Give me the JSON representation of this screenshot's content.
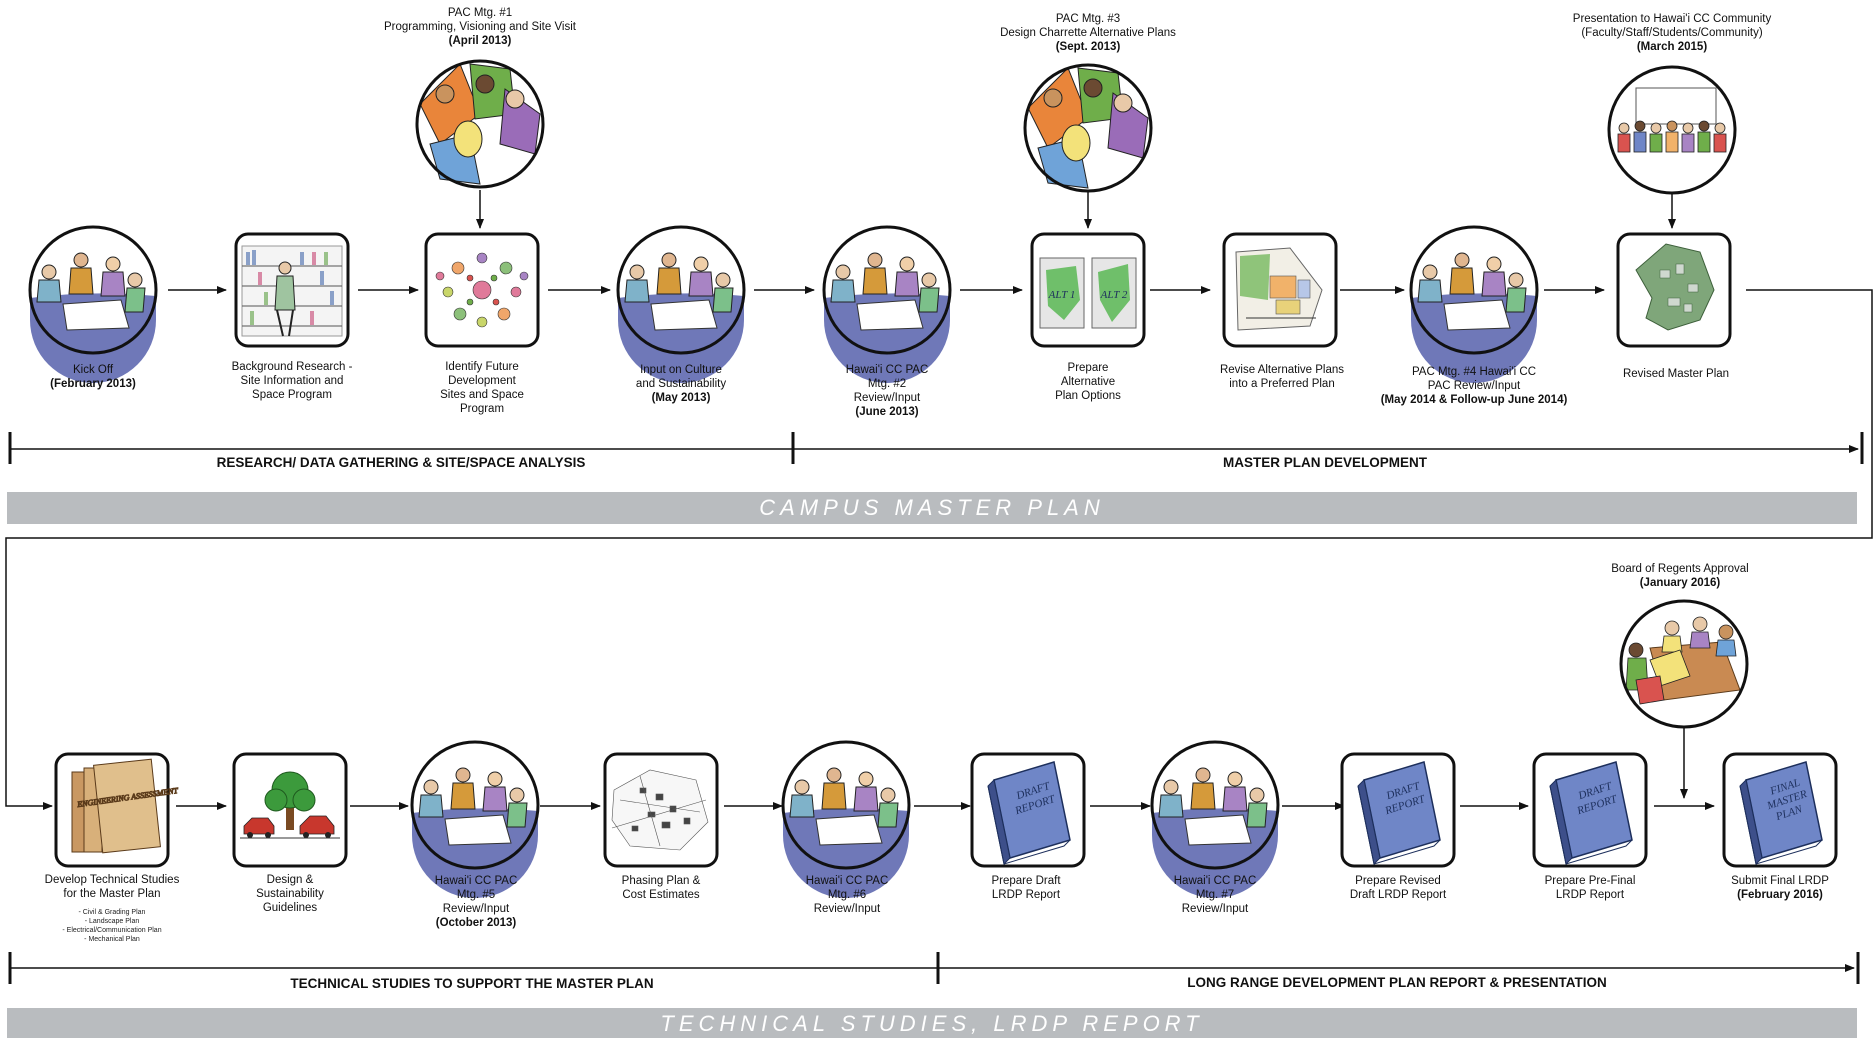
{
  "banners": {
    "top": "CAMPUS MASTER PLAN",
    "bottom": "TECHNICAL STUDIES, LRDP REPORT"
  },
  "phases": {
    "p1": "RESEARCH/ DATA GATHERING & SITE/SPACE ANALYSIS",
    "p2": "MASTER PLAN DEVELOPMENT",
    "p3": "TECHNICAL STUDIES TO SUPPORT THE MASTER PLAN",
    "p4": "LONG RANGE DEVELOPMENT PLAN REPORT & PRESENTATION"
  },
  "upper_events": {
    "pac1": {
      "line1": "PAC Mtg. #1",
      "line2": "Programming, Visioning and Site Visit",
      "date": "(April 2013)"
    },
    "pac3": {
      "line1": "PAC Mtg. #3",
      "line2": "Design Charrette Alternative Plans",
      "date": "(Sept. 2013)"
    },
    "presentation": {
      "line1": "Presentation to Hawai'i CC Community",
      "line2": "(Faculty/Staff/Students/Community)",
      "date": "(March 2015)"
    },
    "regents": {
      "line1": "Board of Regents Approval",
      "date": "(January 2016)"
    }
  },
  "row1_steps": {
    "kickoff": {
      "line1": "Kick Off",
      "date": "(February 2013)"
    },
    "research": {
      "line1": "Background Research -",
      "line2": "Site Information and",
      "line3": "Space Program"
    },
    "identify": {
      "line1": "Identify Future",
      "line2": "Development",
      "line3": "Sites and Space",
      "line4": "Program"
    },
    "culture": {
      "line1": "Input on Culture",
      "line2": "and Sustainability",
      "date": "(May 2013)"
    },
    "pac2": {
      "line1": "Hawai'i CC PAC",
      "line2": "Mtg. #2",
      "line3": "Review/Input",
      "date": "(June 2013)"
    },
    "prepare_alt": {
      "line1": "Prepare",
      "line2": "Alternative",
      "line3": "Plan Options",
      "alt1": "ALT 1",
      "alt2": "ALT 2"
    },
    "revise_alt": {
      "line1": "Revise Alternative Plans",
      "line2": "into a Preferred Plan"
    },
    "pac4": {
      "line1": "PAC Mtg. #4 Hawai'i CC",
      "line2": "PAC Review/Input",
      "date": "(May 2014 & Follow-up June 2014)"
    },
    "revised_mp": {
      "line1": "Revised Master Plan"
    }
  },
  "row2_steps": {
    "technical": {
      "line1": "Develop Technical Studies",
      "line2": "for the Master Plan",
      "book_label": "ENGINEERING ASSESSMENT",
      "bullets": [
        "- Civil & Grading Plan",
        "- Landscape Plan",
        "- Electrical/Communication Plan",
        "- Mechanical Plan"
      ]
    },
    "design": {
      "line1": "Design &",
      "line2": "Sustainability",
      "line3": "Guidelines"
    },
    "pac5": {
      "line1": "Hawai'i CC PAC",
      "line2": "Mtg. #5",
      "line3": "Review/Input",
      "date": "(October 2013)"
    },
    "phasing": {
      "line1": "Phasing Plan &",
      "line2": "Cost Estimates"
    },
    "pac6": {
      "line1": "Hawai'i CC PAC",
      "line2": "Mtg. #6",
      "line3": "Review/Input"
    },
    "draft": {
      "line1": "Prepare Draft",
      "line2": "LRDP  Report",
      "stamp1": "DRAFT",
      "stamp2": "REPORT"
    },
    "pac7": {
      "line1": "Hawai'i CC PAC",
      "line2": "Mtg. #7",
      "line3": "Review/Input"
    },
    "revised_draft": {
      "line1": "Prepare Revised",
      "line2": "Draft LRDP Report",
      "stamp1": "DRAFT",
      "stamp2": "REPORT"
    },
    "prefinal": {
      "line1": "Prepare Pre-Final",
      "line2": "LRDP Report",
      "stamp1": "DRAFT",
      "stamp2": "REPORT"
    },
    "final": {
      "line1": "Submit Final LRDP",
      "date": "(February 2016)",
      "stamp1": "FINAL",
      "stamp2": "MASTER",
      "stamp3": "PLAN"
    }
  },
  "colors": {
    "banner": "#b9bcbf",
    "table": "#6f78b8",
    "book": "#6f86c7",
    "tree": "#3c9a3c",
    "car": "#c8372d",
    "tan_book": "#d8b07a"
  }
}
